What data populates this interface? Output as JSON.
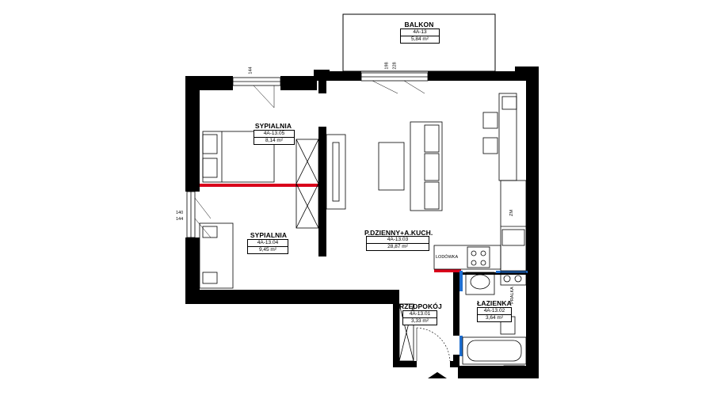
{
  "rooms": [
    {
      "name": "BALKON",
      "code": "4A-13",
      "area": "5,84 m²"
    },
    {
      "name": "SYPIALNIA",
      "code": "4A-13.05",
      "area": "8,14 m²"
    },
    {
      "name": "SYPIALNIA",
      "code": "4A-13.04",
      "area": "9,45 m²"
    },
    {
      "name": "P.DZIENNY+A.KUCH.",
      "code": "4A-13.03",
      "area": "28,87 m²"
    },
    {
      "name": "PRZEDPOKÓJ",
      "code": "4A-13.01",
      "area": "3,33 m²"
    },
    {
      "name": "ŁAZIENKA",
      "code": "4A-13.02",
      "area": "3,64 m²"
    }
  ],
  "labels": {
    "fridge": "LODÓWKA",
    "dishwasher": "ZM",
    "washer": "PRALKA",
    "win_top_left": "144",
    "win_top_mid_a": "198",
    "win_top_mid_b": "228",
    "win_left_a": "140",
    "win_left_b": "144"
  },
  "colors": {
    "wall": "#000000",
    "red_partition": "#d9001b",
    "blue_partition": "#1f6fd1"
  }
}
